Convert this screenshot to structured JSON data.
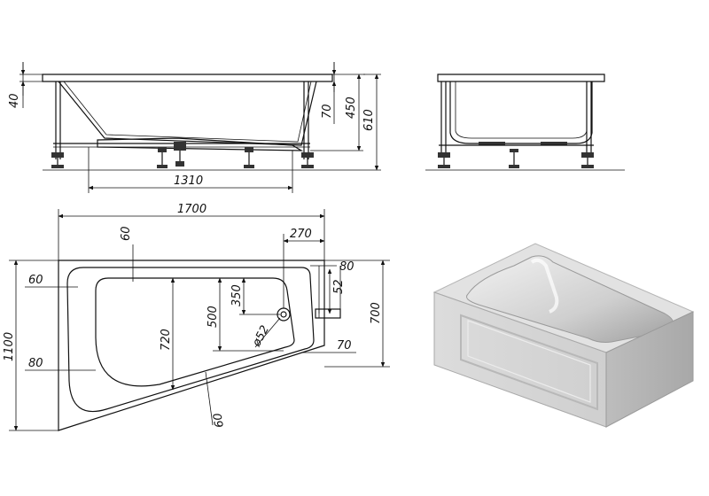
{
  "dimensions": {
    "rim_height": "40",
    "depth_inner": "70",
    "height_450": "450",
    "height_610": "610",
    "bottom_length": "1310",
    "total_length": "1700",
    "offset_60_top": "60",
    "drain_offset": "270",
    "overflow_80": "80",
    "rim_60_left": "60",
    "drain_350": "350",
    "drain_52": "52",
    "drain_500": "500",
    "inner_720": "720",
    "drain_diameter": "ø52",
    "width_1100": "1100",
    "width_700": "700",
    "rim_70": "70",
    "rim_80_left": "80",
    "angle_60": "60"
  },
  "colors": {
    "line": "#111111",
    "tub_light": "#e6e6e6",
    "tub_mid": "#c8c8c8",
    "tub_dark": "#a9a9a9"
  }
}
